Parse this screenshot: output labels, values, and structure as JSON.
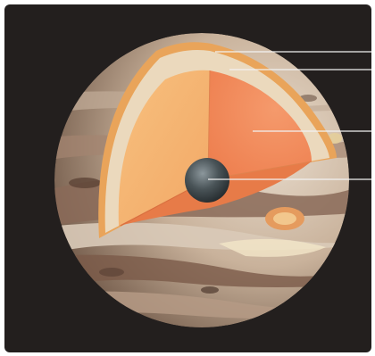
{
  "diagram": {
    "subject": "jupiter-interior-cutaway",
    "background_color": "#231f1e",
    "layers": [
      {
        "id": "outer-atmosphere",
        "color": "#e9a45a"
      },
      {
        "id": "molecular-hydrogen",
        "color": "#ebd9bd"
      },
      {
        "id": "metallic-hydrogen",
        "color": "#f08a5a"
      },
      {
        "id": "core",
        "color": "#3b4448"
      }
    ],
    "pointer_lines": 4,
    "labels": []
  }
}
